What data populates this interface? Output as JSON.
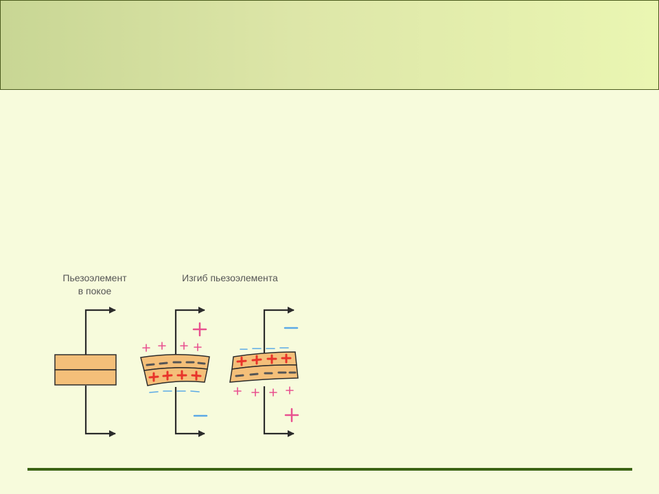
{
  "slide": {
    "colors": {
      "background": "#f7fbdc",
      "title_bar": "#d8e4a0",
      "footer_line": "#3c6414"
    }
  },
  "diagram": {
    "caption_rest_lines": [
      "Пьезоэлемент",
      "в покое"
    ],
    "caption_bend": "Изгиб пьезоэлемента",
    "positive_sign": "+",
    "negative_sign": "−",
    "colors": {
      "element_fill": "#f4bf79",
      "element_stroke": "#2b2b2b",
      "wire": "#2b2b2b",
      "positive": "#e8508f",
      "negative": "#5aa9e6",
      "inner_positive": "#e8342a",
      "inner_negative": "#555555"
    }
  }
}
